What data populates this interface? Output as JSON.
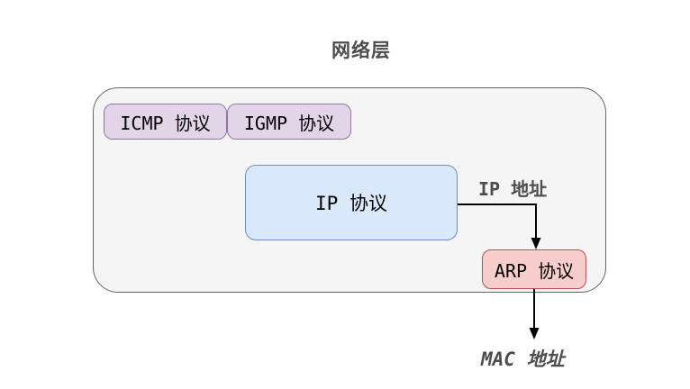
{
  "title": "网络层",
  "boxes": {
    "icmp": {
      "label": "ICMP 协议"
    },
    "igmp": {
      "label": "IGMP 协议"
    },
    "ip": {
      "label": "IP 协议"
    },
    "arp": {
      "label": "ARP 协议"
    }
  },
  "labels": {
    "ip_address": "IP 地址",
    "mac_address": "MAC 地址"
  },
  "colors": {
    "container_fill": "#f5f5f5",
    "container_border": "#666666",
    "purple_fill": "#e1d5e7",
    "purple_border": "#9673a6",
    "blue_fill": "#dae8fc",
    "blue_border": "#6c8ebf",
    "red_fill": "#f8cecc",
    "red_border": "#b85450",
    "arrow": "#000000",
    "label_text": "#4d4d4d"
  }
}
